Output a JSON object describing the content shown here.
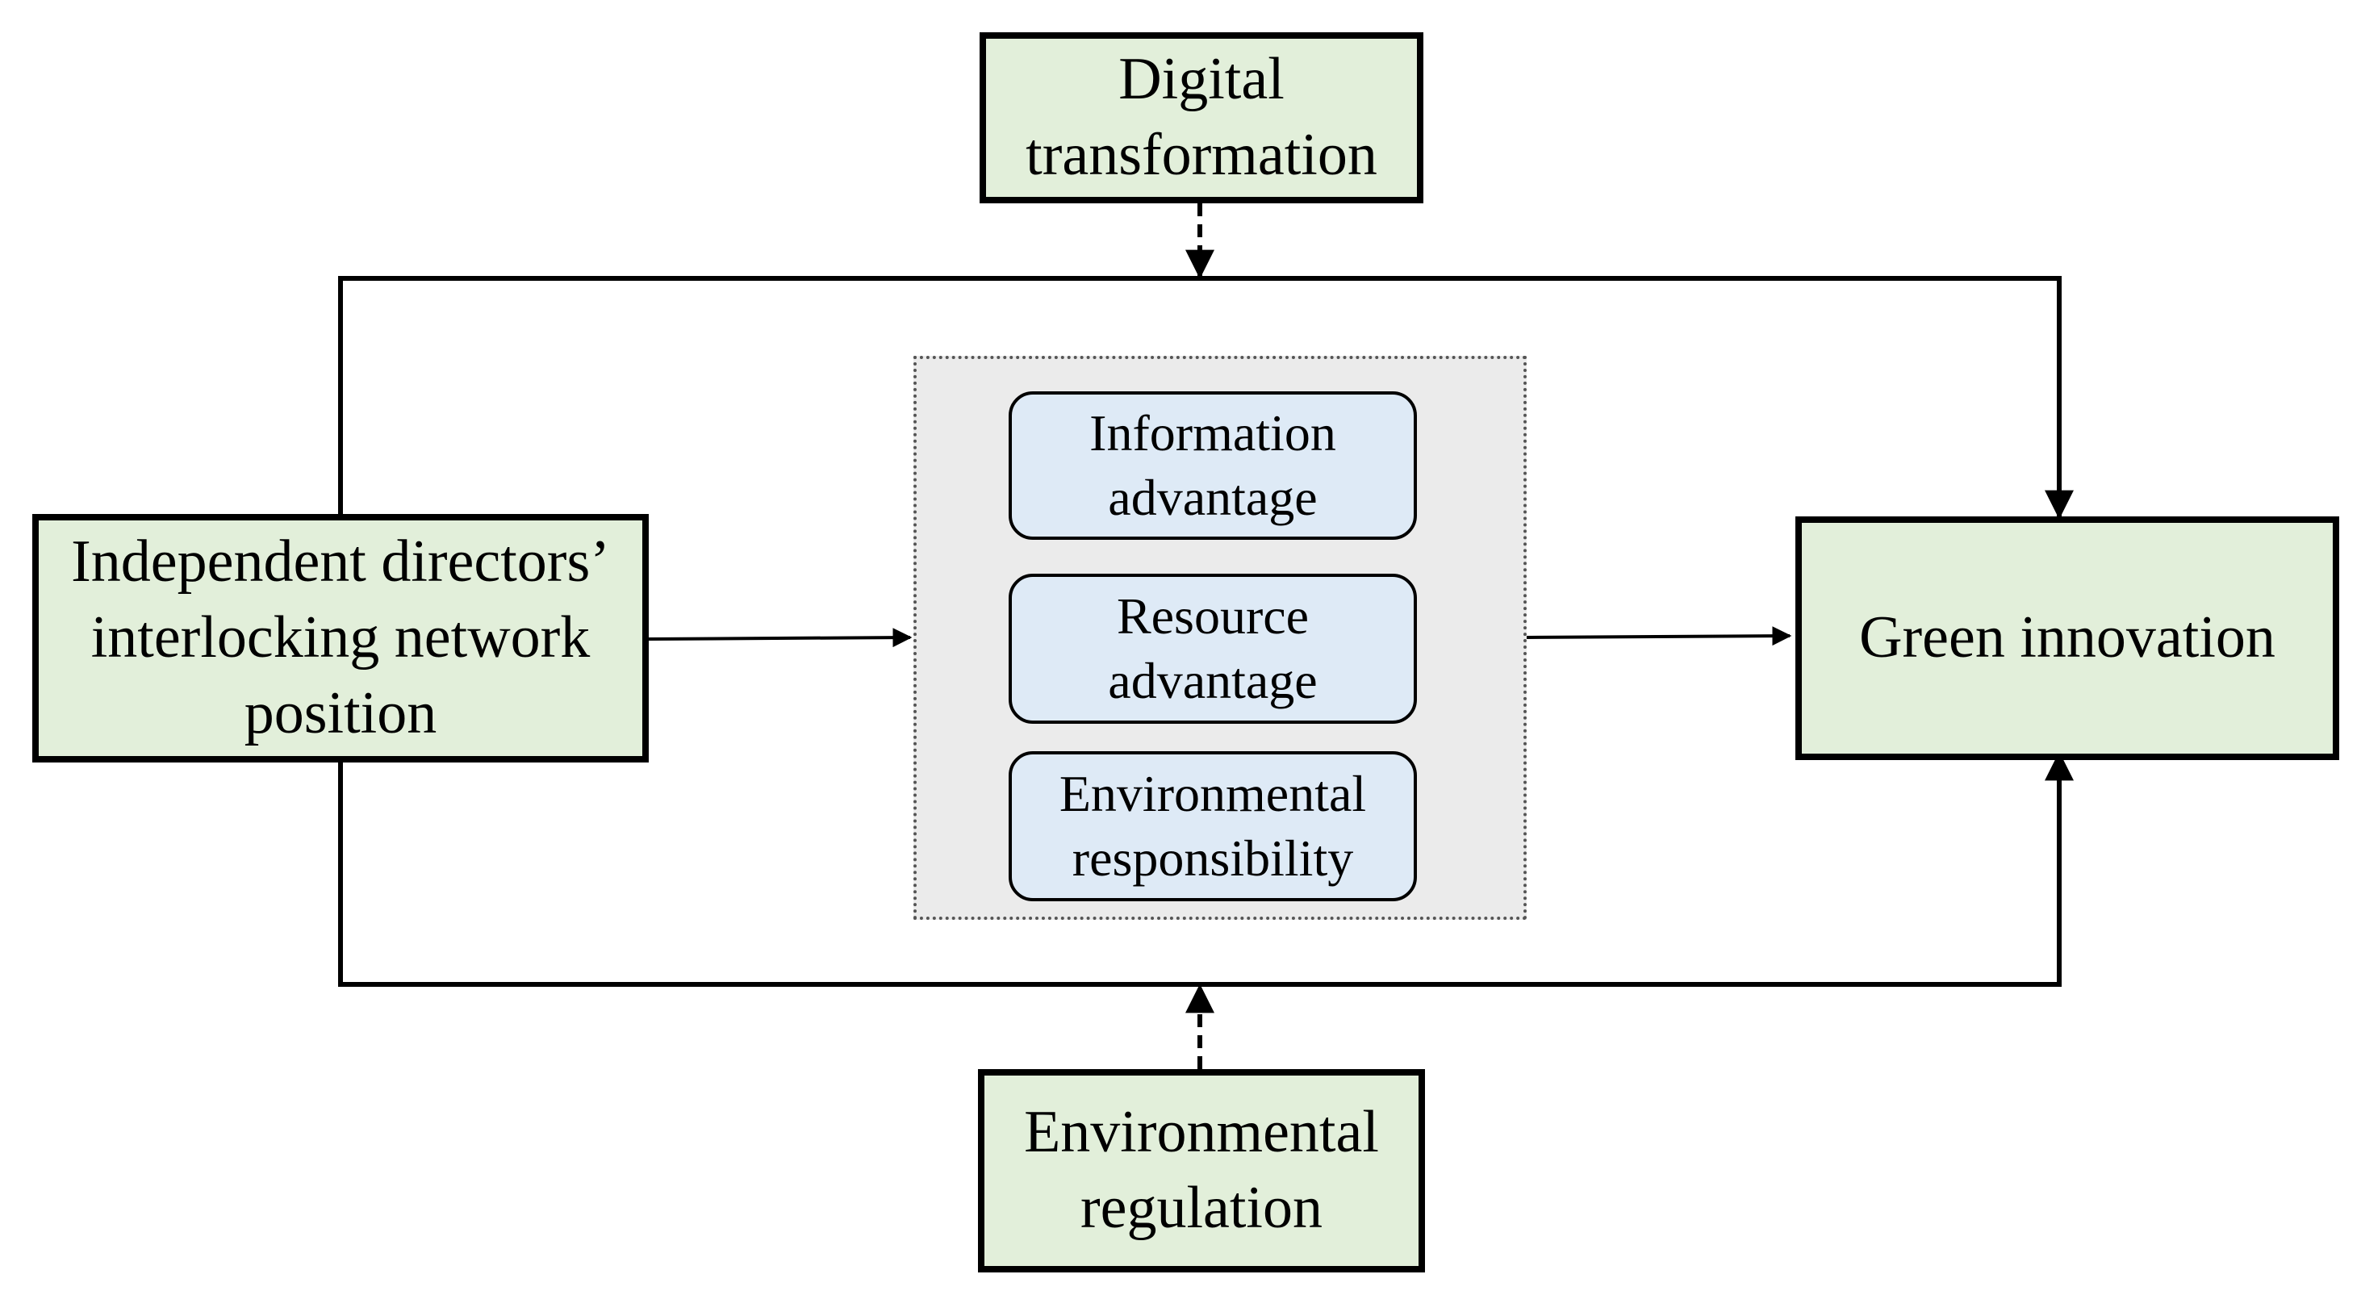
{
  "nodes": {
    "digital_transformation": "Digital\ntransformation",
    "independent_directors": "Independent directors’\ninterlocking network\nposition",
    "green_innovation": "Green innovation",
    "environmental_regulation": "Environmental\nregulation"
  },
  "mediators": {
    "information_advantage": "Information\nadvantage",
    "resource_advantage": "Resource\nadvantage",
    "environmental_responsibility": "Environmental\nresponsibility"
  },
  "colors": {
    "variable_box_fill": "#e2efda",
    "mediator_box_fill": "#deeaf6",
    "mediator_panel_fill": "#ebebeb",
    "stroke": "#000000"
  }
}
